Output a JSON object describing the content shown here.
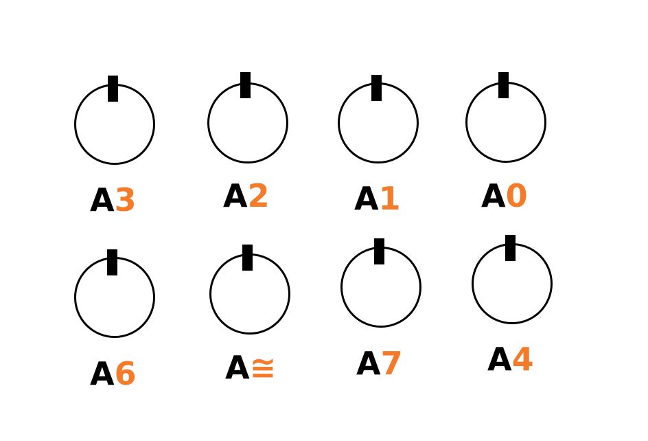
{
  "colors": {
    "prefix": "#000000",
    "suffix": "#f47b2a",
    "knob_outline": "#000000",
    "background": "#ffffff"
  },
  "knobs": [
    {
      "prefix": "A",
      "suffix": "3"
    },
    {
      "prefix": "A",
      "suffix": "2"
    },
    {
      "prefix": "A",
      "suffix": "1"
    },
    {
      "prefix": "A",
      "suffix": "0"
    },
    {
      "prefix": "A",
      "suffix": "6"
    },
    {
      "prefix": "A",
      "suffix": "≅"
    },
    {
      "prefix": "A",
      "suffix": "7"
    },
    {
      "prefix": "A",
      "suffix": "4"
    }
  ]
}
